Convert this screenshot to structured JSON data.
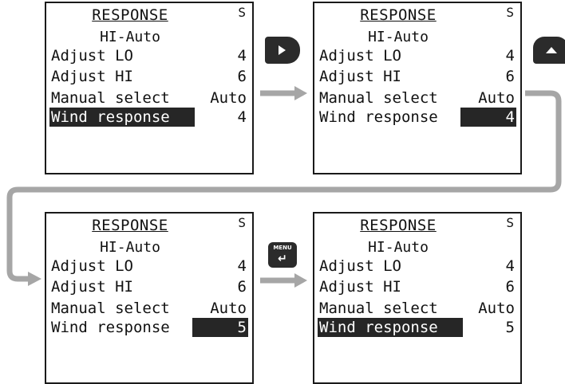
{
  "screens": [
    {
      "title": "RESPONSE",
      "tag": "S",
      "subtitle": "HI-Auto",
      "rows": [
        {
          "label": "Adjust LO",
          "value": "4"
        },
        {
          "label": "Adjust HI",
          "value": "6"
        },
        {
          "label": "Manual select",
          "value": "Auto"
        },
        {
          "label": "Wind response",
          "value": "4"
        }
      ]
    },
    {
      "title": "RESPONSE",
      "tag": "S",
      "subtitle": "HI-Auto",
      "rows": [
        {
          "label": "Adjust LO",
          "value": "4"
        },
        {
          "label": "Adjust HI",
          "value": "6"
        },
        {
          "label": "Manual select",
          "value": "Auto"
        },
        {
          "label": "Wind response",
          "value": "4"
        }
      ]
    },
    {
      "title": "RESPONSE",
      "tag": "S",
      "subtitle": "HI-Auto",
      "rows": [
        {
          "label": "Adjust LO",
          "value": "4"
        },
        {
          "label": "Adjust HI",
          "value": "6"
        },
        {
          "label": "Manual select",
          "value": "Auto"
        },
        {
          "label": "Wind response",
          "value": "5"
        }
      ]
    },
    {
      "title": "RESPONSE",
      "tag": "S",
      "subtitle": "HI-Auto",
      "rows": [
        {
          "label": "Adjust LO",
          "value": "4"
        },
        {
          "label": "Adjust HI",
          "value": "6"
        },
        {
          "label": "Manual select",
          "value": "Auto"
        },
        {
          "label": "Wind response",
          "value": "5"
        }
      ]
    }
  ],
  "keys": {
    "right": "right-arrow-icon",
    "up": "up-arrow-icon",
    "menu_label": "MENU",
    "menu_glyph": "↵"
  },
  "colors": {
    "highlight": "#262626",
    "connector": "#a6a6a6",
    "text": "#111111"
  }
}
